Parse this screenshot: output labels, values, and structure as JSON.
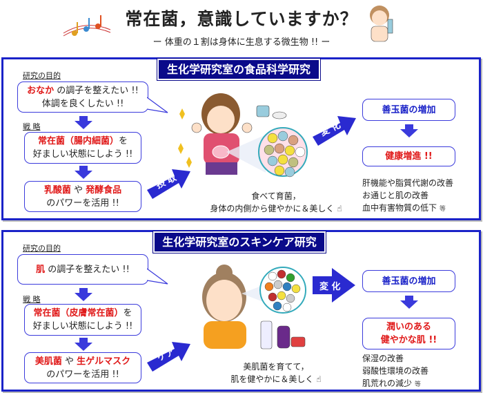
{
  "header": {
    "title": "常在菌，意識していますか？",
    "subtitle": "ー 体重の１割は身体に生息する微生物 !! ー"
  },
  "food": {
    "heading": "生化学研究室の食品科学研究",
    "purpose_label": "研究の目的",
    "purpose_red": "おなか",
    "purpose_line1": " の調子を整えたい !!",
    "purpose_line2": "体調を良くしたい !!",
    "strategy_label": "戦 略",
    "strategy_red": "常在菌（腸内細菌）",
    "strategy_tail": "を",
    "strategy_line2": "好ましい状態にしよう !!",
    "power_red1": "乳酸菌",
    "power_mid": " や ",
    "power_red2": "発酵食品",
    "power_line2": "のパワーを活用 !!",
    "arrow1": "摂 取",
    "arrow2": "変 化",
    "caption_line1": "食べて育菌，",
    "caption_line2": "身体の内側から健やかに＆美しく",
    "result1": "善玉菌の増加",
    "result2": "健康増進 !!",
    "effects": [
      "肝機能や脂質代謝の改善",
      "お通じと肌の改善",
      "血中有害物質の低下"
    ],
    "etc": "等"
  },
  "skin": {
    "heading": "生化学研究室のスキンケア研究",
    "purpose_label": "研究の目的",
    "purpose_red": "肌",
    "purpose_line1": " の調子を整えたい !!",
    "strategy_label": "戦 略",
    "strategy_red": "常在菌（皮膚常在菌）",
    "strategy_tail": "を",
    "strategy_line2": "好ましい状態にしよう !!",
    "power_red1": "美肌菌",
    "power_mid": " や ",
    "power_red2": "生ゲルマスク",
    "power_line2": "のパワーを活用 !!",
    "arrow1": "ケア",
    "arrow2": "変 化",
    "caption_line1": "美肌菌を育てて，",
    "caption_line2": "肌を健やかに＆美しく",
    "result1": "善玉菌の増加",
    "result2_line1": "潤いのある",
    "result2_line2": "健やかな肌 !!",
    "effects": [
      "保湿の改善",
      "弱酸性環境の改善",
      "肌荒れの減少"
    ],
    "etc": "等"
  }
}
